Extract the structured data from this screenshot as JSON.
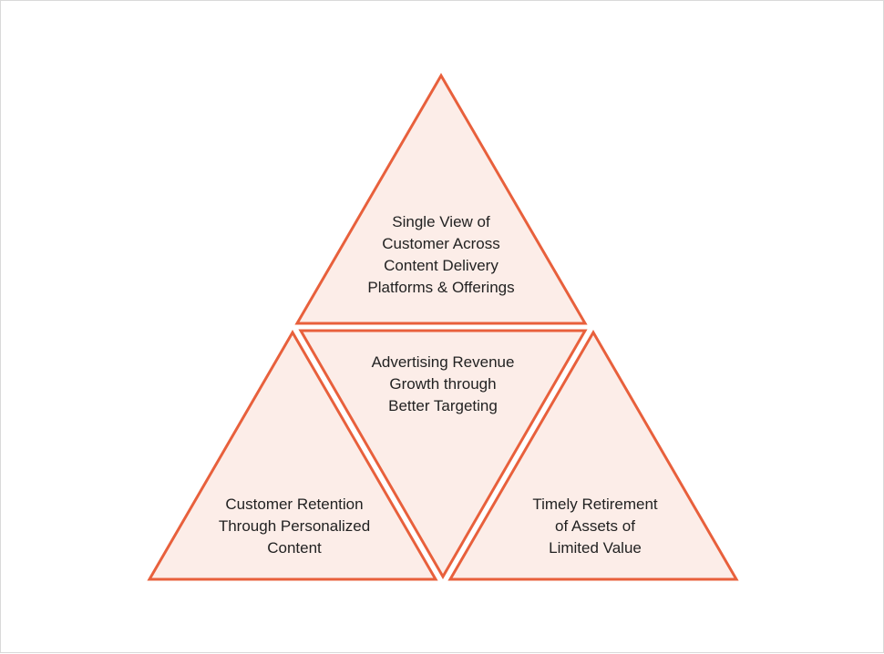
{
  "diagram": {
    "triangles": [
      {
        "id": "top",
        "lines": [
          "Single View of",
          "Customer Across",
          "Content Delivery",
          "Platforms & Offerings"
        ]
      },
      {
        "id": "center",
        "lines": [
          "Advertising Revenue",
          "Growth through",
          "Better Targeting"
        ]
      },
      {
        "id": "left",
        "lines": [
          "Customer Retention",
          "Through Personalized",
          "Content"
        ]
      },
      {
        "id": "right",
        "lines": [
          "Timely Retirement",
          "of Assets of",
          "Limited Value"
        ]
      }
    ],
    "colors": {
      "stroke": "#e8603c",
      "fill": "#fcede8",
      "text": "#222222"
    }
  }
}
